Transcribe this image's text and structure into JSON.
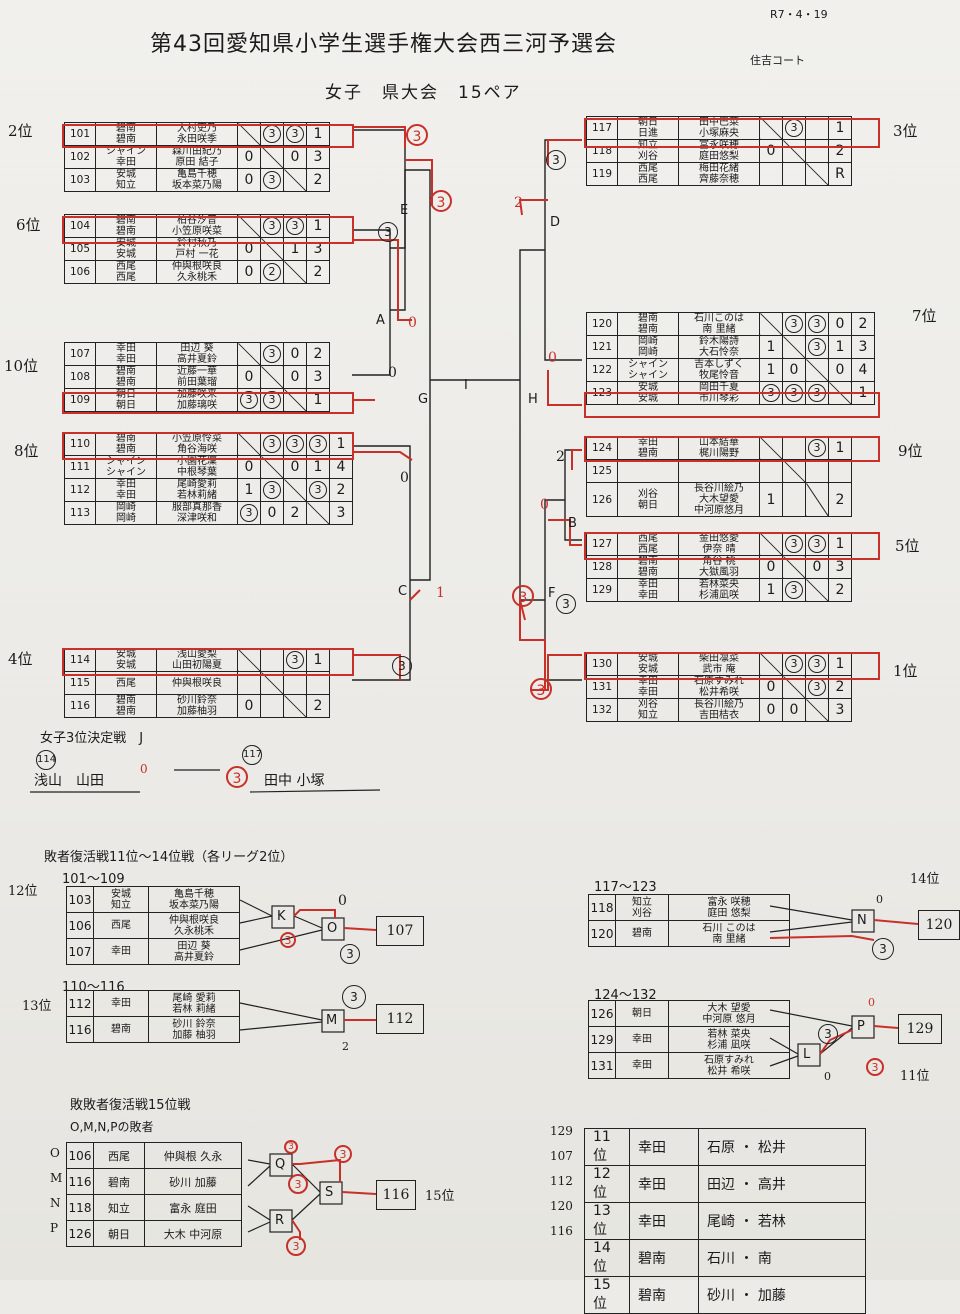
{
  "header": {
    "title": "第43回愛知県小学生選手権大会西三河予選会",
    "subtitle": "女子　県大会　15ペア",
    "date": "R7・4・19",
    "court": "住吉コート"
  },
  "colors": {
    "red_ink": "#c8302a",
    "black_ink": "#1b1b1b",
    "paper": "#ecebe7"
  },
  "leagues_left": [
    {
      "rows": [
        {
          "no": "101",
          "clubs": "碧南\n碧南",
          "names": "大村吏乃\n永田咲季",
          "scores": [
            "",
            "③",
            "③",
            "1"
          ]
        },
        {
          "no": "102",
          "clubs": "シャイン\n幸田",
          "names": "森川由紀乃\n原田 結子",
          "scores": [
            "0",
            "",
            "0",
            "3"
          ]
        },
        {
          "no": "103",
          "clubs": "安城\n知立",
          "names": "亀島千穂\n坂本菜乃陽",
          "scores": [
            "0",
            "③",
            "",
            "2"
          ]
        }
      ]
    },
    {
      "rows": [
        {
          "no": "104",
          "clubs": "碧南\n碧南",
          "names": "柏谷汐音\n小笠原咲菜",
          "scores": [
            "",
            "③",
            "③",
            "1"
          ]
        },
        {
          "no": "105",
          "clubs": "安城\n安城",
          "names": "鈴村秋乃\n戸村 一花",
          "scores": [
            "0",
            "",
            "1",
            "3"
          ]
        },
        {
          "no": "106",
          "clubs": "西尾\n西尾",
          "names": "仲與根咲良\n久永桃禾",
          "scores": [
            "0",
            "②",
            "",
            "2"
          ]
        }
      ]
    },
    {
      "rows": [
        {
          "no": "107",
          "clubs": "幸田\n幸田",
          "names": "田辺 葵\n高井夏鈴",
          "scores": [
            "",
            "③",
            "0",
            "2"
          ]
        },
        {
          "no": "108",
          "clubs": "碧南\n碧南",
          "names": "近藤一華\n前田葉瑠",
          "scores": [
            "0",
            "",
            "0",
            "3"
          ]
        },
        {
          "no": "109",
          "clubs": "朝日\n朝日",
          "names": "加藤咲来\n加藤璃咲",
          "scores": [
            "③",
            "③",
            "",
            "1"
          ]
        }
      ]
    },
    {
      "rows": [
        {
          "no": "110",
          "clubs": "碧南\n碧南",
          "names": "小笠原怜菜\n角谷海咲",
          "scores": [
            "",
            "③",
            "③",
            "③",
            "1"
          ]
        },
        {
          "no": "111",
          "clubs": "シャイン\nシャイン",
          "names": "小園花凜\n中根琴葉",
          "scores": [
            "0",
            "",
            "0",
            "1",
            "4"
          ]
        },
        {
          "no": "112",
          "clubs": "幸田\n幸田",
          "names": "尾崎愛莉\n若林莉緒",
          "scores": [
            "1",
            "③",
            "",
            "③",
            "2"
          ]
        },
        {
          "no": "113",
          "clubs": "岡崎\n岡崎",
          "names": "服部真那香\n深津咲和",
          "scores": [
            "③",
            "0",
            "2",
            "",
            "3"
          ]
        }
      ]
    },
    {
      "rows": [
        {
          "no": "114",
          "clubs": "安城\n安城",
          "names": "浅山愛梨\n山田初陽夏",
          "scores": [
            "",
            "",
            "③",
            "1"
          ]
        },
        {
          "no": "115",
          "clubs": "西尾",
          "names": "仲與根咲良",
          "scores": [
            "",
            "",
            "",
            ""
          ]
        },
        {
          "no": "116",
          "clubs": "碧南\n碧南",
          "names": "砂川鈴奈\n加藤柚羽",
          "scores": [
            "0",
            "",
            "",
            "2"
          ]
        }
      ]
    }
  ],
  "leagues_right": [
    {
      "rows": [
        {
          "no": "117",
          "clubs": "朝日\n日進",
          "names": "田中巴菜\n小塚麻央",
          "scores": [
            "",
            "③",
            "",
            "1"
          ]
        },
        {
          "no": "118",
          "clubs": "知立\n刈谷",
          "names": "富永咲穂\n庭田悠梨",
          "scores": [
            "0",
            "",
            "",
            "2"
          ]
        },
        {
          "no": "119",
          "clubs": "西尾\n西尾",
          "names": "梅田花緒\n齊藤奈穂",
          "scores": [
            "",
            "",
            "",
            "R"
          ]
        }
      ]
    },
    {
      "rows": [
        {
          "no": "120",
          "clubs": "碧南\n碧南",
          "names": "石川このは\n南 里緒",
          "scores": [
            "",
            "③",
            "③",
            "0",
            "2"
          ]
        },
        {
          "no": "121",
          "clubs": "岡崎\n岡崎",
          "names": "鈴木陽詩\n大石怜奈",
          "scores": [
            "1",
            "",
            "③",
            "1",
            "3"
          ]
        },
        {
          "no": "122",
          "clubs": "シャイン\nシャイン",
          "names": "吉本しずく\n牧尾怜音",
          "scores": [
            "1",
            "0",
            "",
            "0",
            "4"
          ]
        },
        {
          "no": "123",
          "clubs": "安城\n安城",
          "names": "岡田千夏\n市川琴彩",
          "scores": [
            "③",
            "③",
            "③",
            "",
            "1"
          ]
        }
      ]
    },
    {
      "rows": [
        {
          "no": "124",
          "clubs": "幸田\n碧南",
          "names": "山本結華\n梶川陽野",
          "scores": [
            "",
            "",
            "③",
            "1"
          ]
        },
        {
          "no": "125",
          "clubs": "",
          "names": "",
          "scores": [
            "",
            "",
            "",
            ""
          ]
        },
        {
          "no": "126",
          "clubs": "刈谷\n朝日",
          "names": "長谷川絵乃\n大木望愛\n中河原悠月",
          "scores": [
            "1",
            "",
            "",
            "2"
          ]
        }
      ]
    },
    {
      "rows": [
        {
          "no": "127",
          "clubs": "西尾\n西尾",
          "names": "金田悠愛\n伊奈 晴",
          "scores": [
            "",
            "③",
            "③",
            "1"
          ]
        },
        {
          "no": "128",
          "clubs": "碧南\n碧南",
          "names": "角谷 桃\n大獄風羽",
          "scores": [
            "0",
            "",
            "0",
            "3"
          ]
        },
        {
          "no": "129",
          "clubs": "幸田\n幸田",
          "names": "若林菜央\n杉浦凪咲",
          "scores": [
            "1",
            "③",
            "",
            "2"
          ]
        }
      ]
    },
    {
      "rows": [
        {
          "no": "130",
          "clubs": "安城\n安城",
          "names": "柴田凛菜\n武市 庵",
          "scores": [
            "",
            "③",
            "③",
            "1"
          ]
        },
        {
          "no": "131",
          "clubs": "幸田\n幸田",
          "names": "石原すみれ\n松井希咲",
          "scores": [
            "0",
            "",
            "③",
            "2"
          ]
        },
        {
          "no": "132",
          "clubs": "刈谷\n知立",
          "names": "長谷川絵乃\n吉田桔衣",
          "scores": [
            "0",
            "0",
            "",
            "3"
          ]
        }
      ]
    }
  ],
  "places": {
    "p2": "2位",
    "p6": "6位",
    "p10": "10位",
    "p8": "8位",
    "p4": "4位",
    "p3": "3位",
    "p7": "7位",
    "p9": "9位",
    "p5": "5位",
    "p1": "1位",
    "p14": "14位",
    "p12": "12位",
    "p13": "13位",
    "p11": "11位",
    "p15": "15位"
  },
  "bracket": {
    "A": "A",
    "B": "B",
    "C": "C",
    "D": "D",
    "E": "E",
    "F": "F",
    "G": "G",
    "H": "H",
    "I": "I",
    "J": "J",
    "K": "K",
    "L": "L",
    "M": "M",
    "N": "N",
    "O": "O",
    "P": "P",
    "Q": "Q",
    "R": "R",
    "S": "S"
  },
  "third_place": {
    "label": "女子3位決定戦　J",
    "left_no": "114",
    "left_names": "浅山　山田",
    "left_score": "0",
    "right_no": "117",
    "right_names": "田中 小塚",
    "right_score": "3"
  },
  "repechage": {
    "label": "敗者復活戦11位～14位戦（各リーグ2位）",
    "g1": {
      "range": "101～109",
      "rows": [
        {
          "no": "103",
          "club": "安城\n知立",
          "name": "亀島千穂\n坂本菜乃陽"
        },
        {
          "no": "106",
          "club": "西尾",
          "name": "仲與根咲良\n久永桃禾"
        },
        {
          "no": "107",
          "club": "幸田",
          "name": "田辺 葵\n高井夏鈴"
        }
      ],
      "winner": "107"
    },
    "g2": {
      "range": "110～116",
      "rows": [
        {
          "no": "112",
          "club": "幸田",
          "name": "尾崎 愛莉\n若林 莉緒"
        },
        {
          "no": "116",
          "club": "碧南",
          "name": "砂川 鈴奈\n加藤 柚羽"
        }
      ],
      "winner": "112"
    },
    "g3": {
      "range": "117～123",
      "rows": [
        {
          "no": "118",
          "club": "知立\n刈谷",
          "name": "富永 咲穂\n庭田 悠梨"
        },
        {
          "no": "120",
          "club": "碧南",
          "name": "石川 このは\n南 里緒"
        }
      ],
      "winner": "120"
    },
    "g4": {
      "range": "124～132",
      "rows": [
        {
          "no": "126",
          "club": "朝日",
          "name": "大木 望愛\n中河原 悠月"
        },
        {
          "no": "129",
          "club": "幸田",
          "name": "若林 菜央\n杉浦 凪咲"
        },
        {
          "no": "131",
          "club": "幸田",
          "name": "石原すみれ\n松井 希咲"
        }
      ],
      "winner": "129"
    }
  },
  "fifteenth": {
    "label": "敗敗者復活戦15位戦",
    "sublabel": "O,M,N,Pの敗者",
    "rows": [
      {
        "no": "106",
        "club": "西尾",
        "name": "仲與根 久永"
      },
      {
        "no": "116",
        "club": "碧南",
        "name": "砂川 加藤"
      },
      {
        "no": "118",
        "club": "知立",
        "name": "富永 庭田"
      },
      {
        "no": "126",
        "club": "朝日",
        "name": "大木 中河原"
      }
    ],
    "side": [
      "O",
      "M",
      "N",
      "P"
    ],
    "winner": "116"
  },
  "results": [
    {
      "no": "129",
      "place": "11位",
      "club": "幸田",
      "names": "石原 ・ 松井"
    },
    {
      "no": "107",
      "place": "12位",
      "club": "幸田",
      "names": "田辺 ・ 高井"
    },
    {
      "no": "112",
      "place": "13位",
      "club": "幸田",
      "names": "尾崎 ・ 若林"
    },
    {
      "no": "120",
      "place": "14位",
      "club": "碧南",
      "names": "石川 ・ 南"
    },
    {
      "no": "116",
      "place": "15位",
      "club": "碧南",
      "names": "砂川 ・ 加藤"
    }
  ],
  "scores_marks": {
    "s0": "0",
    "s1": "1",
    "s2": "2",
    "s3": "3"
  }
}
